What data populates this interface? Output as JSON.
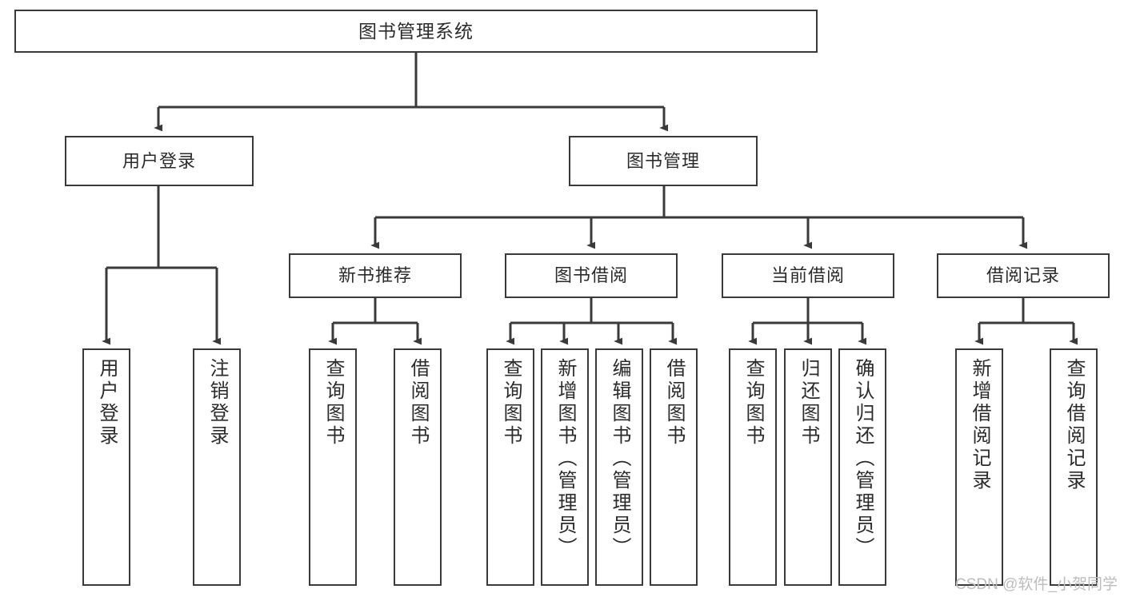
{
  "diagram": {
    "title": "图书管理系统",
    "watermark": "CSDN @软件_小贺同学",
    "line_color": "#3a3a3a",
    "box_border_color": "#3a3a3a",
    "box_fill": "#ffffff",
    "text_color": "#2b2b2b",
    "root": {
      "label": "图书管理系统"
    },
    "level2": [
      {
        "label": "用户登录"
      },
      {
        "label": "图书管理"
      }
    ],
    "level3": [
      {
        "label": "新书推荐"
      },
      {
        "label": "图书借阅"
      },
      {
        "label": "当前借阅"
      },
      {
        "label": "借阅记录"
      }
    ],
    "leaves": {
      "user_login": [
        {
          "label": "用户登录"
        },
        {
          "label": "注销登录"
        }
      ],
      "new_book_recommend": [
        {
          "label": "查询图书"
        },
        {
          "label": "借阅图书"
        }
      ],
      "book_borrow": [
        {
          "label": "查询图书"
        },
        {
          "label": "新增图书（管理员）"
        },
        {
          "label": "编辑图书（管理员）"
        },
        {
          "label": "借阅图书"
        }
      ],
      "current_borrow": [
        {
          "label": "查询图书"
        },
        {
          "label": "归还图书"
        },
        {
          "label": "确认归还（管理员）"
        }
      ],
      "borrow_records": [
        {
          "label": "新增借阅记录"
        },
        {
          "label": "查询借阅记录"
        }
      ]
    }
  }
}
